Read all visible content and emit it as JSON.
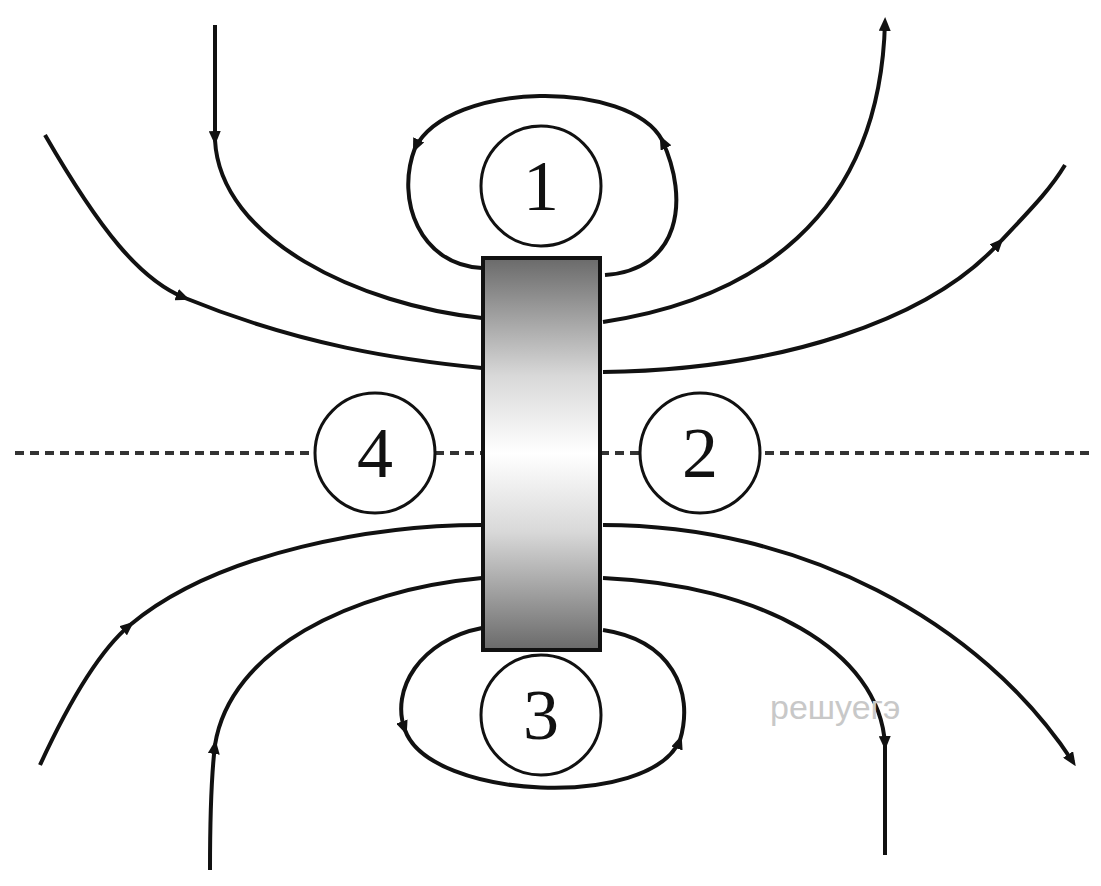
{
  "diagram": {
    "nodes": [
      {
        "text": [
          "1"
        ]
      },
      {
        "text": [
          "4"
        ]
      },
      {
        "text": [
          "2"
        ]
      },
      {
        "text": [
          "3"
        ]
      }
    ],
    "labels": [
      "решуегэ"
    ]
  }
}
